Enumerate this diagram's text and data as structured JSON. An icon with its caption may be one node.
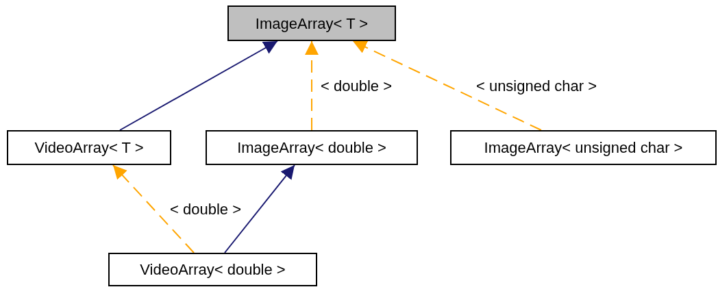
{
  "diagram": {
    "nodes": [
      {
        "text": [
          "ImageArray< T >"
        ]
      },
      {
        "text": [
          "VideoArray< T >"
        ]
      },
      {
        "text": [
          "ImageArray< double >"
        ]
      },
      {
        "text": [
          "ImageArray< unsigned char >"
        ]
      },
      {
        "text": [
          "VideoArray< double >"
        ]
      }
    ],
    "edges": [
      {
        "from": 1,
        "to": 0,
        "arrow": "to",
        "color": "#191970"
      },
      {
        "from": 2,
        "to": 0,
        "arrow": "to",
        "label": "< double >",
        "style": "dashed"
      },
      {
        "from": 3,
        "to": 0,
        "arrow": "to",
        "label": "< unsigned char >",
        "style": "dashed"
      },
      {
        "from": 4,
        "to": 1,
        "arrow": "to",
        "label": "< double >",
        "style": "dashed"
      },
      {
        "from": 4,
        "to": 2,
        "arrow": "to",
        "color": "#191970"
      }
    ]
  }
}
